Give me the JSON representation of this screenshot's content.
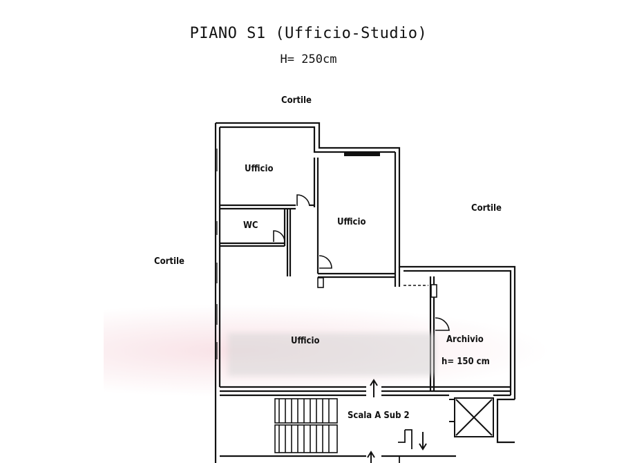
{
  "plan": {
    "title": "PIANO S1 (Ufficio-Studio)",
    "height_note": "H= 250cm"
  },
  "labels": {
    "cortile_top": "Cortile",
    "cortile_right": "Cortile",
    "cortile_left": "Cortile",
    "ufficio_top_left": "Ufficio",
    "ufficio_top_right": "Ufficio",
    "wc": "WC",
    "ufficio_main": "Ufficio",
    "archivio": "Archivio",
    "archivio_height": "h= 150 cm",
    "scala": "Scala A Sub 2"
  },
  "colors": {
    "line": "#111111",
    "background": "#ffffff"
  }
}
